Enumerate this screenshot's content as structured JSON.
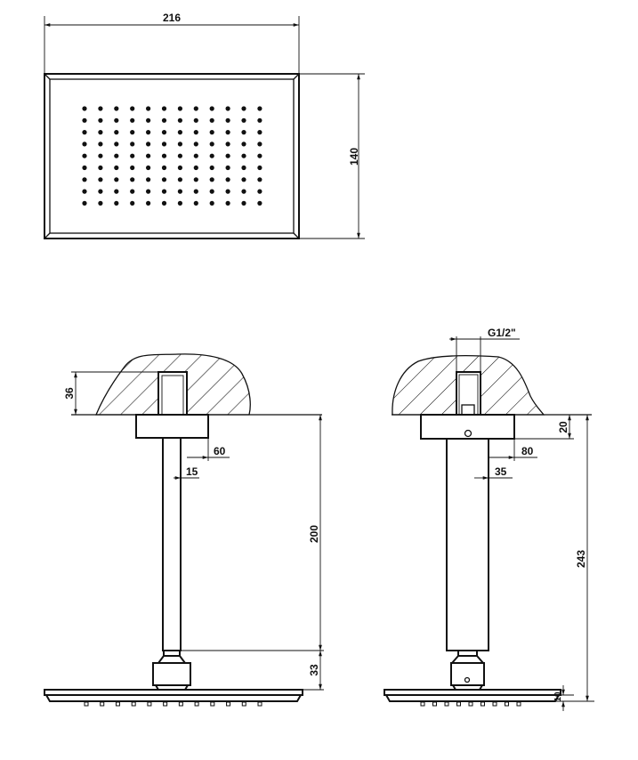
{
  "drawing": {
    "dimensions": {
      "width": "216",
      "depth": "140",
      "wall_depth": "36",
      "flange_diameter_left": "60",
      "pipe_diameter_left": "15",
      "arm_length": "200",
      "connector_height": "33",
      "thread": "G1/2\"",
      "flange_height": "20",
      "flange_diameter_right": "80",
      "pipe_diameter_right": "35",
      "total_height": "243",
      "head_thickness": "10"
    },
    "nozzle_grid": {
      "columns": 12,
      "rows": 9
    }
  }
}
